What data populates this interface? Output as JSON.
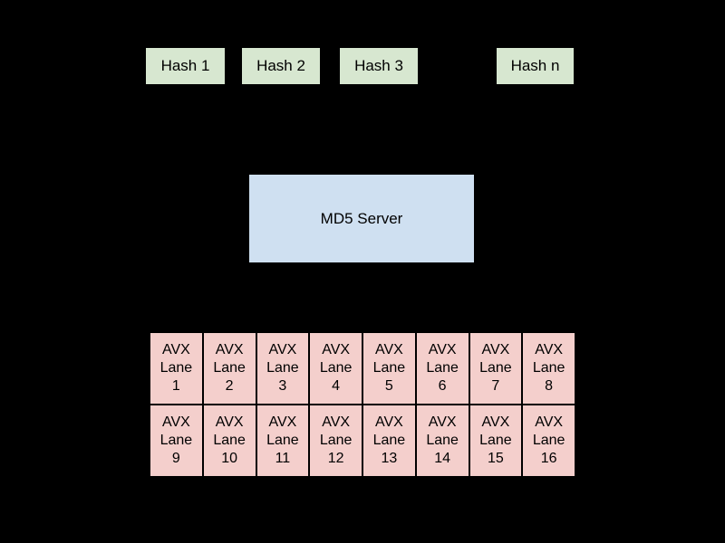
{
  "diagram": {
    "colors": {
      "background": "#000000",
      "hash_fill": "#d7e7d0",
      "server_fill": "#cfe0f1",
      "lane_fill": "#f4cfcc",
      "border": "#000000",
      "text": "#000000"
    },
    "hash_boxes": [
      {
        "label": "Hash 1"
      },
      {
        "label": "Hash 2"
      },
      {
        "label": "Hash 3"
      },
      {
        "label": "Hash n"
      }
    ],
    "server": {
      "label": "MD5 Server"
    },
    "avx": {
      "cells": [
        "AVX\nLane\n1",
        "AVX\nLane\n2",
        "AVX\nLane\n3",
        "AVX\nLane\n4",
        "AVX\nLane\n5",
        "AVX\nLane\n6",
        "AVX\nLane\n7",
        "AVX\nLane\n8",
        "AVX\nLane\n9",
        "AVX\nLane\n10",
        "AVX\nLane\n11",
        "AVX\nLane\n12",
        "AVX\nLane\n13",
        "AVX\nLane\n14",
        "AVX\nLane\n15",
        "AVX\nLane\n16"
      ]
    }
  }
}
